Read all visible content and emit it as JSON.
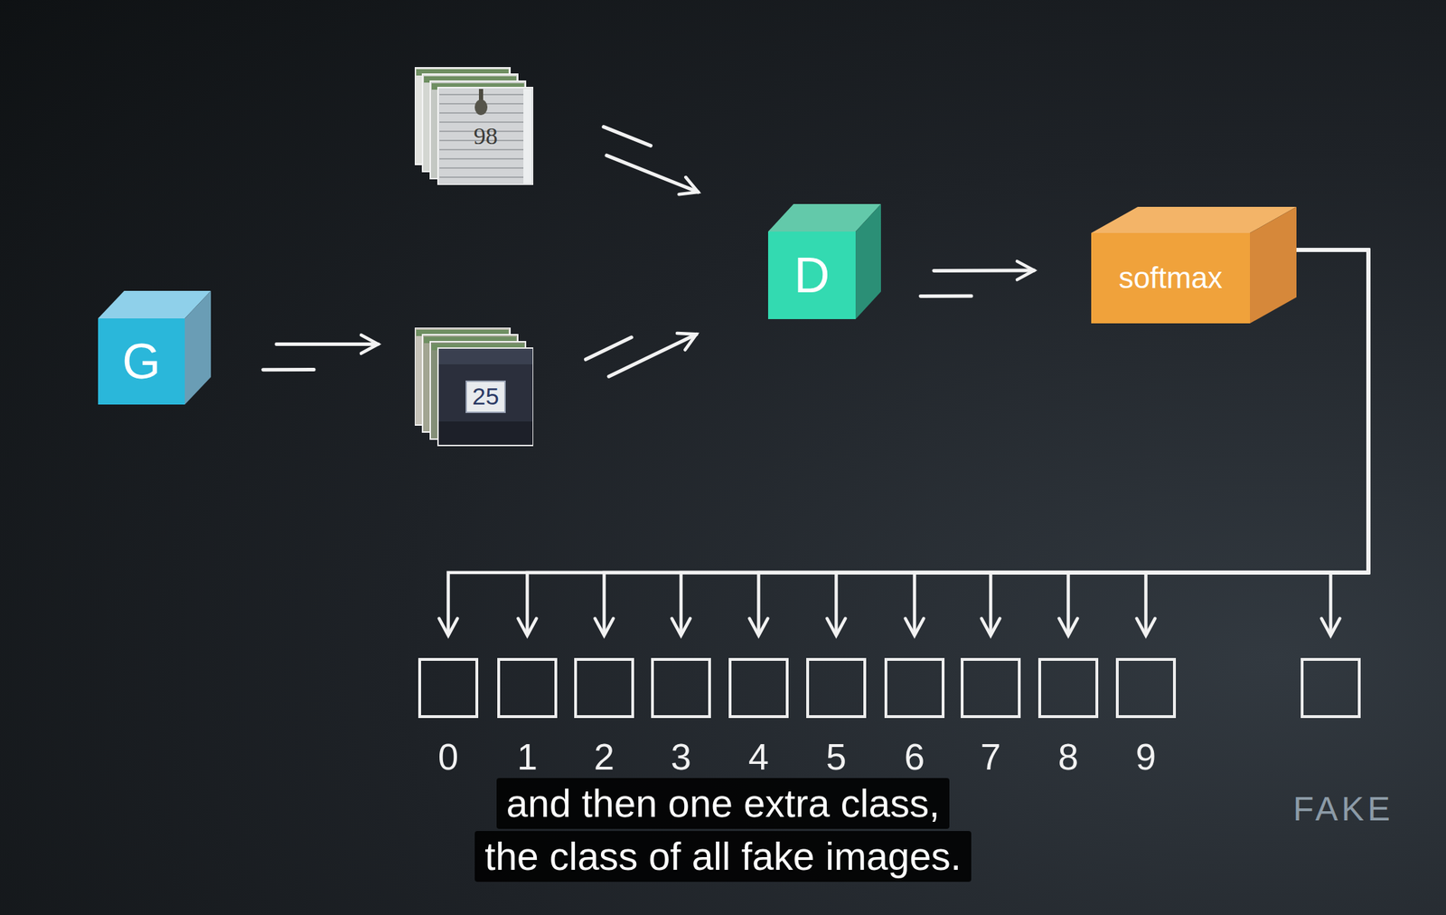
{
  "diagram": {
    "caption": "and then one extra class, the class of all fake images.",
    "nodes": [
      {
        "text": [
          "G"
        ]
      },
      {
        "text": [
          "98"
        ]
      },
      {
        "text": [
          "25"
        ]
      },
      {
        "text": [
          "D"
        ]
      },
      {
        "text": [
          "softmax"
        ]
      },
      {
        "text": [
          "0"
        ]
      },
      {
        "text": [
          "1"
        ]
      },
      {
        "text": [
          "2"
        ]
      },
      {
        "text": [
          "3"
        ]
      },
      {
        "text": [
          "4"
        ]
      },
      {
        "text": [
          "5"
        ]
      },
      {
        "text": [
          "6"
        ]
      },
      {
        "text": [
          "7"
        ]
      },
      {
        "text": [
          "8"
        ]
      },
      {
        "text": [
          "9"
        ]
      },
      {
        "text": [
          "FAKE"
        ]
      }
    ],
    "edges": [
      {
        "from": 0,
        "to": 2,
        "arrow": "to"
      },
      {
        "from": 1,
        "to": 3,
        "arrow": "to"
      },
      {
        "from": 2,
        "to": 3,
        "arrow": "to"
      },
      {
        "from": 3,
        "to": 4,
        "arrow": "to"
      },
      {
        "from": 4,
        "to": 5,
        "arrow": "to"
      },
      {
        "from": 4,
        "to": 6,
        "arrow": "to"
      },
      {
        "from": 4,
        "to": 7,
        "arrow": "to"
      },
      {
        "from": 4,
        "to": 8,
        "arrow": "to"
      },
      {
        "from": 4,
        "to": 9,
        "arrow": "to"
      },
      {
        "from": 4,
        "to": 10,
        "arrow": "to"
      },
      {
        "from": 4,
        "to": 11,
        "arrow": "to"
      },
      {
        "from": 4,
        "to": 12,
        "arrow": "to"
      },
      {
        "from": 4,
        "to": 13,
        "arrow": "to"
      },
      {
        "from": 4,
        "to": 14,
        "arrow": "to"
      },
      {
        "from": 4,
        "to": 15,
        "arrow": "to"
      }
    ]
  }
}
